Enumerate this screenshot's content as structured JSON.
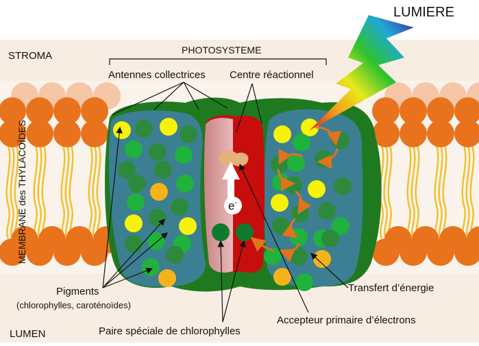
{
  "labels": {
    "lumiere": "LUMIERE",
    "stroma": "STROMA",
    "lumen": "LUMEN",
    "membrane": "MEMBRANE des THYLACOÏDES",
    "photosysteme": "PHOTOSYSTEME",
    "antennes": "Antennes collectrices",
    "centre": "Centre réactionnel",
    "pigments": "Pigments",
    "pigments_detail": "(chlorophylles,  caroténoïdes)",
    "paire": "Paire spéciale de chlorophylles",
    "accepteur": "Accepteur primaire d’électrons",
    "transfert": "Transfert d’énergie",
    "electron": "e",
    "electron_sup": "-"
  },
  "colors": {
    "stroma_bg": "#f7ede3",
    "lumen_bg": "#f7ede3",
    "lipid_head": "#e8731c",
    "lipid_head_back": "#f4b48a",
    "lipid_tail": "#f2c02a",
    "protein_green": "#1f7a1f",
    "antenna_blue": "#3c7f93",
    "reaction_red": "#c80d0d",
    "reaction_pink": "#d99a9a",
    "pigment_yellow": "#f7f20a",
    "pigment_green": "#1fb23c",
    "pigment_darkgreen": "#2d8a3c",
    "pigment_orange": "#f5b31a",
    "arrow_orange": "#e0731c"
  }
}
